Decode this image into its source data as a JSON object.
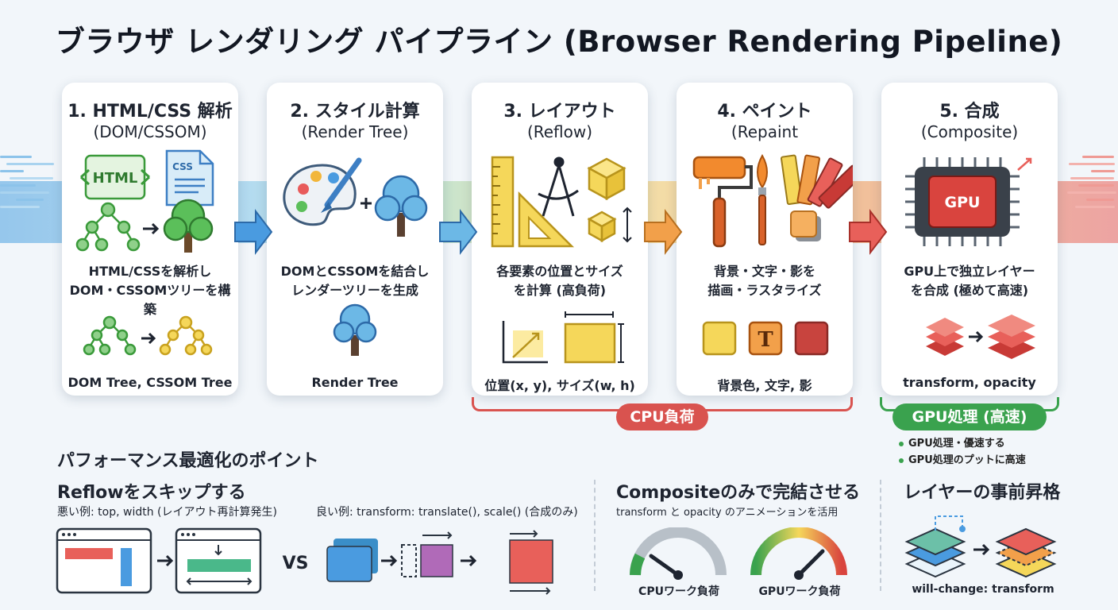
{
  "title": "ブラウザ レンダリング パイプライン (Browser Rendering Pipeline)",
  "stages": [
    {
      "title": "1. HTML/CSS 解析",
      "subtitle": "(DOM/CSSOM)",
      "icon_labels": [
        "HTML",
        "CSS"
      ],
      "description": [
        "HTML/CSSを解析し",
        "DOM・CSSOMツリーを構築"
      ],
      "footer": "DOM Tree, CSSOM Tree"
    },
    {
      "title": "2. スタイル計算",
      "subtitle": "(Render Tree)",
      "icon_labels": [],
      "description": [
        "DOMとCSSOMを結合し",
        "レンダーツリーを生成"
      ],
      "footer": "Render Tree"
    },
    {
      "title": "3. レイアウト",
      "subtitle": "(Reflow)",
      "icon_labels": [],
      "description": [
        "各要素の位置とサイズ",
        "を計算 (高負荷)"
      ],
      "footer": "位置(x, y), サイズ(w, h)"
    },
    {
      "title": "4. ペイント",
      "subtitle": "(Repaint",
      "icon_labels": [
        "T"
      ],
      "description": [
        "背景・文字・影を",
        "描画・ラスタライズ"
      ],
      "footer": "背景色, 文字, 影"
    },
    {
      "title": "5. 合成",
      "subtitle": "(Composite)",
      "icon_labels": [
        "GPU"
      ],
      "description": [
        "GPU上で独立レイヤー",
        "を合成 (極めて高速)"
      ],
      "footer": "transform, opacity"
    }
  ],
  "cpu_label": "CPU負荷",
  "gpu_label": "GPU処理 (高速)",
  "gpu_notes": [
    "GPU処理・優速する",
    "GPU処理のプットに高速"
  ],
  "perf": {
    "title": "パフォーマンス最適化のポイント",
    "reflow": {
      "heading": "Reflowをスキップする",
      "bad": "悪い例: top, width (レイアウト再計算発生)",
      "good": "良い例: transform: translate(), scale() (合成のみ)",
      "vs": "VS"
    },
    "composite": {
      "heading": "Compositeのみで完結させる",
      "sub": "transform と opacity のアニメーションを活用",
      "cpu_gauge": "CPUワーク負荷",
      "gpu_gauge": "GPUワーク負荷"
    },
    "promote": {
      "heading": "レイヤーの事前昇格",
      "caption": "will-change: transform"
    }
  },
  "colors": {
    "cpu": "#d9534f",
    "gpu": "#3aa24e",
    "tree": "#3a9a3a",
    "accent_blue": "#3d7fc4"
  }
}
